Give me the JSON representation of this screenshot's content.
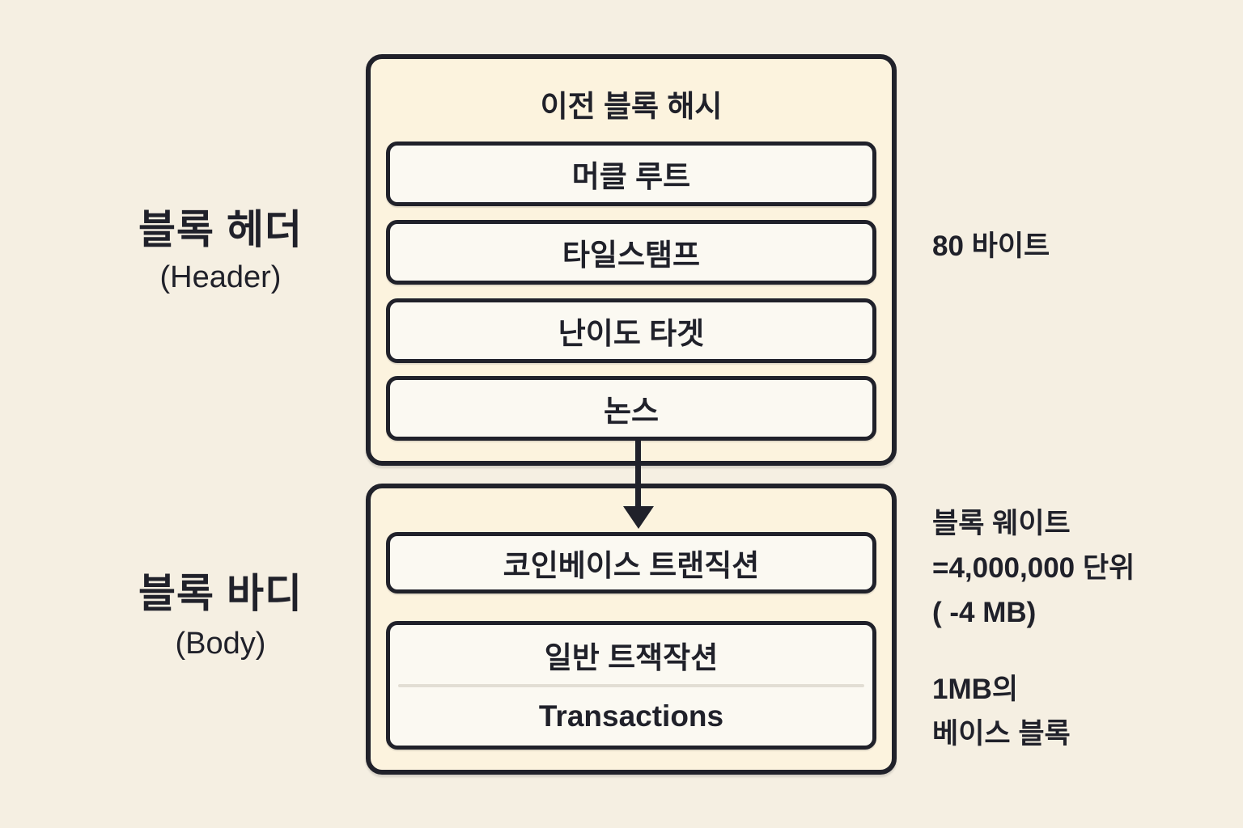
{
  "colors": {
    "background": "#f5efe2",
    "outer_box_fill": "#fcf3de",
    "inner_box_fill": "#fbf9f2",
    "line_and_text": "#20212a",
    "divider": "#e2ded4"
  },
  "sections": {
    "header": {
      "title": "블록 헤더",
      "subtitle": "(Header)"
    },
    "body": {
      "title": "블록 바디",
      "subtitle": "(Body)"
    }
  },
  "header_box": {
    "title": "이전 블록 해시",
    "fields": [
      "머클 루트",
      "타일스탬프",
      "난이도 타겟",
      "논스"
    ]
  },
  "body_box": {
    "coinbase_field": "코인베이스 트랜직션",
    "transactions_field": {
      "korean": "일반 트잭작션",
      "english": "Transactions"
    }
  },
  "annotations": {
    "header_size": "80 바이트",
    "block_weight_lines": [
      "블록 웨이트",
      "=4,000,000 단위",
      "( -4 MB)"
    ],
    "base_block_lines": [
      "1MB의",
      "베이스 블록"
    ]
  }
}
